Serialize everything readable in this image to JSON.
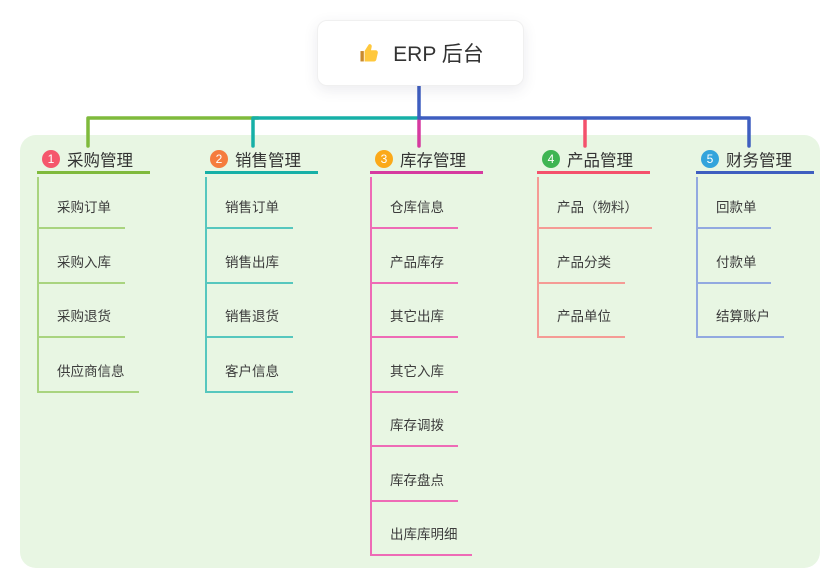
{
  "root": {
    "label": "ERP 后台",
    "icon": "thumbs-up"
  },
  "canvas": {
    "background": "#FFFFFF",
    "panel_background": "#E8F6E3"
  },
  "branches": [
    {
      "index": "1",
      "title": "采购管理",
      "color": "#7FBA3C",
      "light_color": "#A9D47F",
      "badge_color": "#F5576C",
      "children": [
        "采购订单",
        "采购入库",
        "采购退货",
        "供应商信息"
      ]
    },
    {
      "index": "2",
      "title": "销售管理",
      "color": "#16B0A7",
      "light_color": "#56C7BE",
      "badge_color": "#F57C3E",
      "children": [
        "销售订单",
        "销售出库",
        "销售退货",
        "客户信息"
      ]
    },
    {
      "index": "3",
      "title": "库存管理",
      "color": "#D63AA0",
      "light_color": "#EE6BB6",
      "badge_color": "#FBA919",
      "children": [
        "仓库信息",
        "产品库存",
        "其它出库",
        "其它入库",
        "库存调拨",
        "库存盘点",
        "出库库明细"
      ]
    },
    {
      "index": "4",
      "title": "产品管理",
      "color": "#F4516C",
      "light_color": "#F59B95",
      "badge_color": "#3FB553",
      "children": [
        "产品（物料）",
        "产品分类",
        "产品单位"
      ]
    },
    {
      "index": "5",
      "title": "财务管理",
      "color": "#3E5EC0",
      "light_color": "#92A9E0",
      "badge_color": "#33A4DC",
      "children": [
        "回款单",
        "付款单",
        "结算账户"
      ]
    }
  ]
}
